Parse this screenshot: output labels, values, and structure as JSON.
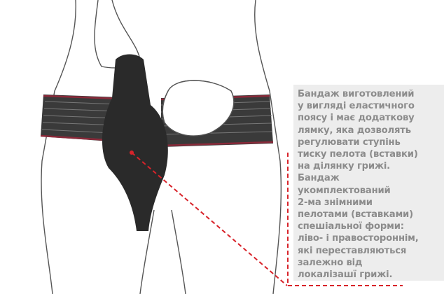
{
  "description": {
    "lines": [
      "Бандаж виготовлений",
      "у вигляді еластичного",
      "поясу і має додаткову",
      "лямку, яка дозволять",
      "регулювати ступінь",
      "тиску пелота (вставки)",
      "на ділянку грижі.",
      "Бандаж",
      "укомплектований",
      "2-ма знімними",
      "пелотами (вставками)",
      "спешіальної форми:",
      "ліво- і правостороннім,",
      "які переставляються",
      "залежно від",
      "локалізашї грижі."
    ]
  },
  "colors": {
    "text": "#8c8c8c",
    "box": "#ededed",
    "pointer": "#d8232a",
    "belt_stripe": "#8a2a3a"
  }
}
